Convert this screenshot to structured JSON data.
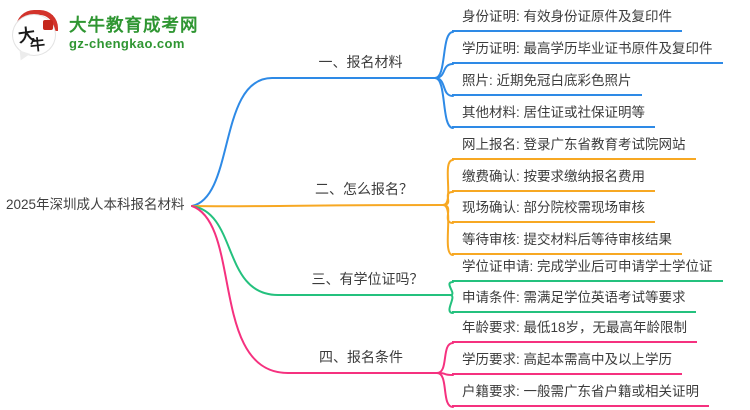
{
  "logo": {
    "icon_text_top": "大",
    "icon_text_bottom": "牛",
    "title": "大牛教育成考网",
    "domain": "gz-chengkao.com",
    "brand_color": "#2F9632"
  },
  "root": {
    "label": "2025年深圳成人本科报名材料"
  },
  "text_color": "#3c3c3c",
  "background": "#FFFFFF",
  "branches": [
    {
      "label": "一、报名材料",
      "color": "#2E8AE6",
      "items": [
        "身份证明: 有效身份证原件及复印件",
        "学历证明: 最高学历毕业证书原件及复印件",
        "照片: 近期免冠白底彩色照片",
        "其他材料: 居住证或社保证明等"
      ]
    },
    {
      "label": "二、怎么报名？",
      "color": "#F7A823",
      "items": [
        "网上报名: 登录广东省教育考试院网站",
        "缴费确认: 按要求缴纳报名费用",
        "现场确认: 部分院校需现场审核",
        "等待审核: 提交材料后等待审核结果"
      ]
    },
    {
      "label": "三、有学位证吗？",
      "color": "#24C17E",
      "items": [
        "学位证申请: 完成学业后可申请学士学位证",
        "申请条件: 需满足学位英语考试等要求"
      ]
    },
    {
      "label": "四、报名条件",
      "color": "#F5317F",
      "items": [
        "年龄要求: 最低18岁，无最高年龄限制",
        "学历要求: 高起本需高中及以上学历",
        "户籍要求: 一般需广东省户籍或相关证明"
      ]
    }
  ]
}
